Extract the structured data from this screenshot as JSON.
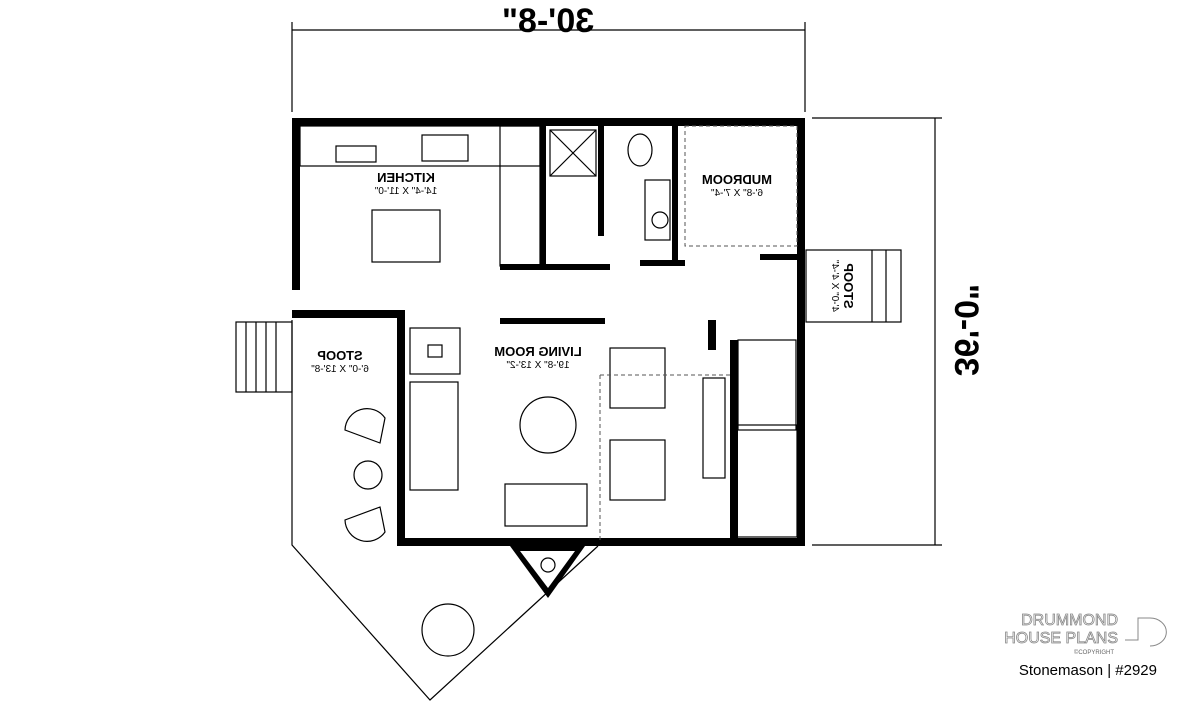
{
  "dimensions": {
    "width": "30'-8\"",
    "depth": "36'-0\""
  },
  "rooms": [
    {
      "name": "KITCHEN",
      "size": "14'-4\" X 11'-0\""
    },
    {
      "name": "MUDROOM",
      "size": "6'-8\" X 7'-4\""
    },
    {
      "name": "LIVING ROOM",
      "size": "19'-8\" X 13'-2\""
    },
    {
      "name": "STOOP",
      "size": "6'-0\" X 13'-8\""
    },
    {
      "name": "STOOP",
      "size": "4'-0\" X 4'-4\""
    }
  ],
  "brand": {
    "line1": "DRUMMOND",
    "line2": "HOUSE PLANS",
    "copyright": "©COPYRIGHT"
  },
  "plan_label": "Stonemason | #2929"
}
